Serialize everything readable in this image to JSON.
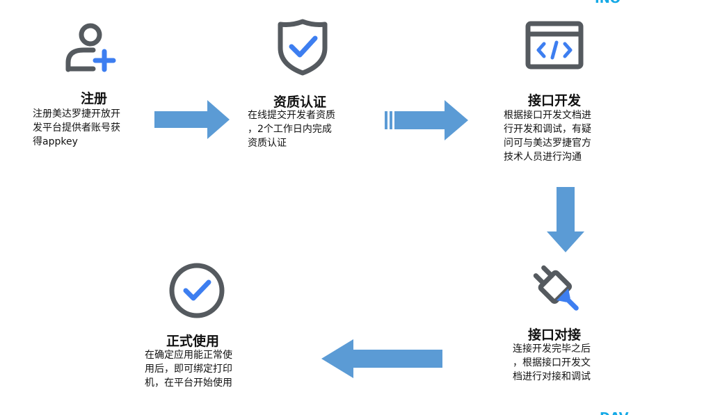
{
  "corner_marks": {
    "top_right": "INO",
    "bottom_right": "DAV"
  },
  "steps": [
    {
      "title": "注册",
      "desc": "注册美达罗捷开放开\n发平台提供者账号获\n得appkey",
      "icon": "user-add-icon"
    },
    {
      "title": "资质认证",
      "desc": "在线提交开发者资质\n，2个工作日内完成\n资质认证",
      "icon": "shield-check-icon"
    },
    {
      "title": "接口开发",
      "desc": "根据接口开发文档进\n行开发和调试，有疑\n问可与美达罗捷官方\n技术人员进行沟通",
      "icon": "code-window-icon"
    },
    {
      "title": "接口对接",
      "desc": "连接开发完毕之后\n，根据接口开发文\n档进行对接和调试",
      "icon": "plug-icon"
    },
    {
      "title": "正式使用",
      "desc": "在确定应用能正常使\n用后，即可绑定打印\n机，在平台开始使用",
      "icon": "circle-check-icon"
    }
  ],
  "colors": {
    "icon_gray": "#555a5f",
    "icon_blue": "#3d7ef0",
    "arrow_blue": "#5b9bd5",
    "corner": "#14a9e6"
  }
}
